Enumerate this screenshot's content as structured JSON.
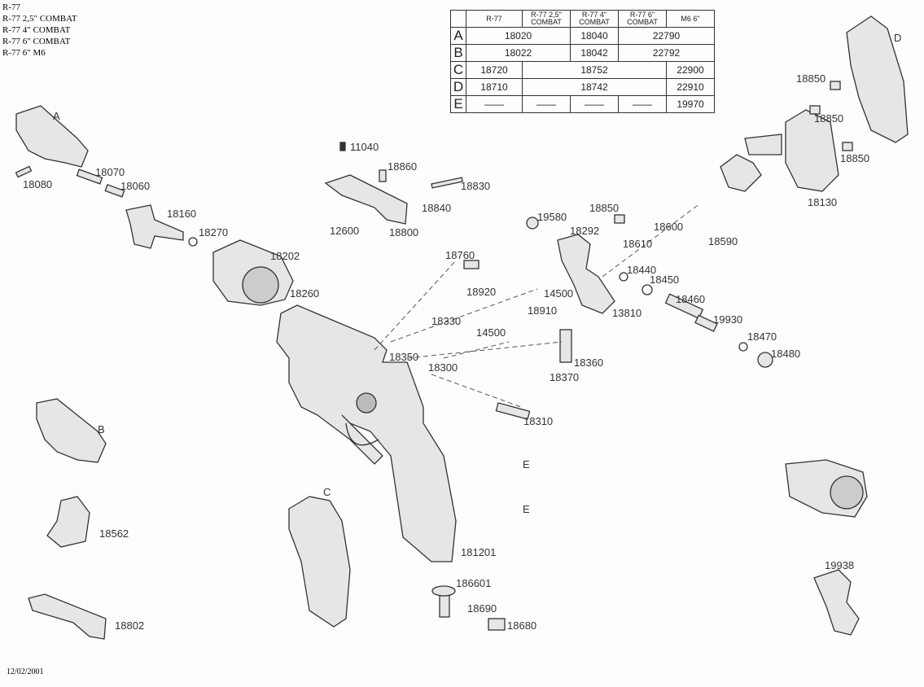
{
  "models": [
    "R-77",
    "R-77 2,5\" COMBAT",
    "R-77 4\" COMBAT",
    "R-77 6\" COMBAT",
    "R-77 6\" M6"
  ],
  "table": {
    "headers": [
      "R-77",
      "R-77 2,5\" COMBAT",
      "R-77 4\" COMBAT",
      "R-77 6\" COMBAT",
      "M6 6\""
    ],
    "rows": [
      {
        "key": "A",
        "cells": [
          "18020",
          "18040",
          "22790"
        ]
      },
      {
        "key": "B",
        "cells": [
          "18022",
          "18042",
          "22792"
        ]
      },
      {
        "key": "C",
        "cells": [
          "18720",
          "18752",
          "22900"
        ]
      },
      {
        "key": "D",
        "cells": [
          "18710",
          "18742",
          "22910"
        ]
      },
      {
        "key": "E",
        "cells": [
          "——",
          "——",
          "——",
          "——",
          "19970"
        ]
      }
    ]
  },
  "labels": [
    "A",
    "18080",
    "18070",
    "18060",
    "18160",
    "18270",
    "18202",
    "18260",
    "11040",
    "18860",
    "18830",
    "18840",
    "12600",
    "18800",
    "18760",
    "18920",
    "14500",
    "18910",
    "18330",
    "14500",
    "18350",
    "18300",
    "18360",
    "18370",
    "18310",
    "E",
    "E",
    "181201",
    "186601",
    "18690",
    "18680",
    "C",
    "B",
    "18562",
    "18802",
    "19580",
    "18292",
    "18850",
    "18600",
    "18610",
    "18590",
    "18440",
    "18450",
    "18460",
    "13810",
    "19930",
    "18470",
    "18480",
    "18850",
    "18850",
    "18850",
    "18130",
    "D",
    "19938"
  ],
  "date": "12/02/2001"
}
